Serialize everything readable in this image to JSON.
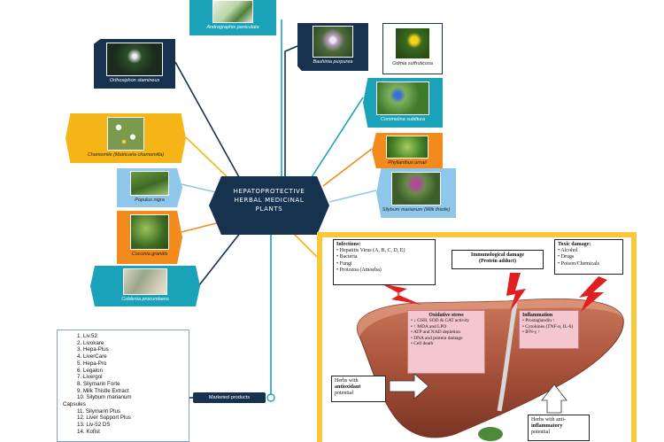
{
  "center": {
    "line1": "HEPATOPROTECTIVE",
    "line2": "HERBAL MEDICINAL",
    "line3": "PLANTS"
  },
  "plants": {
    "andrographis": "Andrographis paniculata",
    "orthosiphon": "Orthosiphon stamineus",
    "chamomile": "Chamomile (Matricaria chamomilla)",
    "populus": "Populus nigra",
    "coccinia": "Coccinia grandis",
    "coldenia": "Coldenia procumbens",
    "bauhinia": "Bauhinia purpurea",
    "ochna": "Odmia suffruticosa",
    "commelina": "Commelina sublitura",
    "phyllanthus": "Phyllanthus urnaii",
    "silybum": "Silybum marianum (Milk thistle)"
  },
  "marketed": {
    "label": "Marketed products",
    "items": [
      "1.      Liv.52",
      "2.      Livokare",
      "3.      Hepa-Plus",
      "4.      LiverCare",
      "5.      Hepa-Pro",
      "6.      Legalon",
      "7.      Livergol",
      "8.      Silymarin Forte",
      "9.      Milk Thistle Extract",
      "10.    Silybum marianum",
      "Capsules",
      "11.    Silymarin Plus",
      "12.    Liver Support Plus",
      "13.    Liv-52 DS",
      "14.    Kofist"
    ]
  },
  "liver": {
    "infections_title": "Infections:",
    "infections": [
      "Hepatitis Virus (A, B, C, D, E)",
      "Bacteria",
      "Fungi",
      "Protozoa (Amoeba)"
    ],
    "immuno_title": "Immunological damage",
    "immuno_sub": "(Protein adduct)",
    "toxic_title": "Toxic damage:",
    "toxic": [
      "Alcohol",
      "Drugs",
      "Poison/Chemicals"
    ],
    "oxidative_title": "Oxidative stress",
    "oxidative": [
      "↓ GSH, SOD & CAT activity",
      "↑ MDA and LPO",
      "ATP and NAD depletion",
      "DNA and protein damage",
      "Cell death"
    ],
    "inflammation_title": "Inflammation",
    "inflammation": [
      "Prostaglandin ↑",
      "Cytokines (TNF-α, IL-6)",
      "IFN-γ ↑"
    ],
    "antioxidant_a": "Herbs with",
    "antioxidant_b": "antioxidant",
    "antioxidant_c": "potential",
    "antiinflam_a": "Herbs with anti-",
    "antiinflam_b": "inflammatory",
    "antiinflam_c": "potential"
  },
  "colors": {
    "navy": "#16324f",
    "teal": "#1aa3b8",
    "orange": "#f28a1c",
    "yellow": "#f5b516",
    "lightblue": "#8ec7ea",
    "liverframe": "#f9c93a"
  }
}
